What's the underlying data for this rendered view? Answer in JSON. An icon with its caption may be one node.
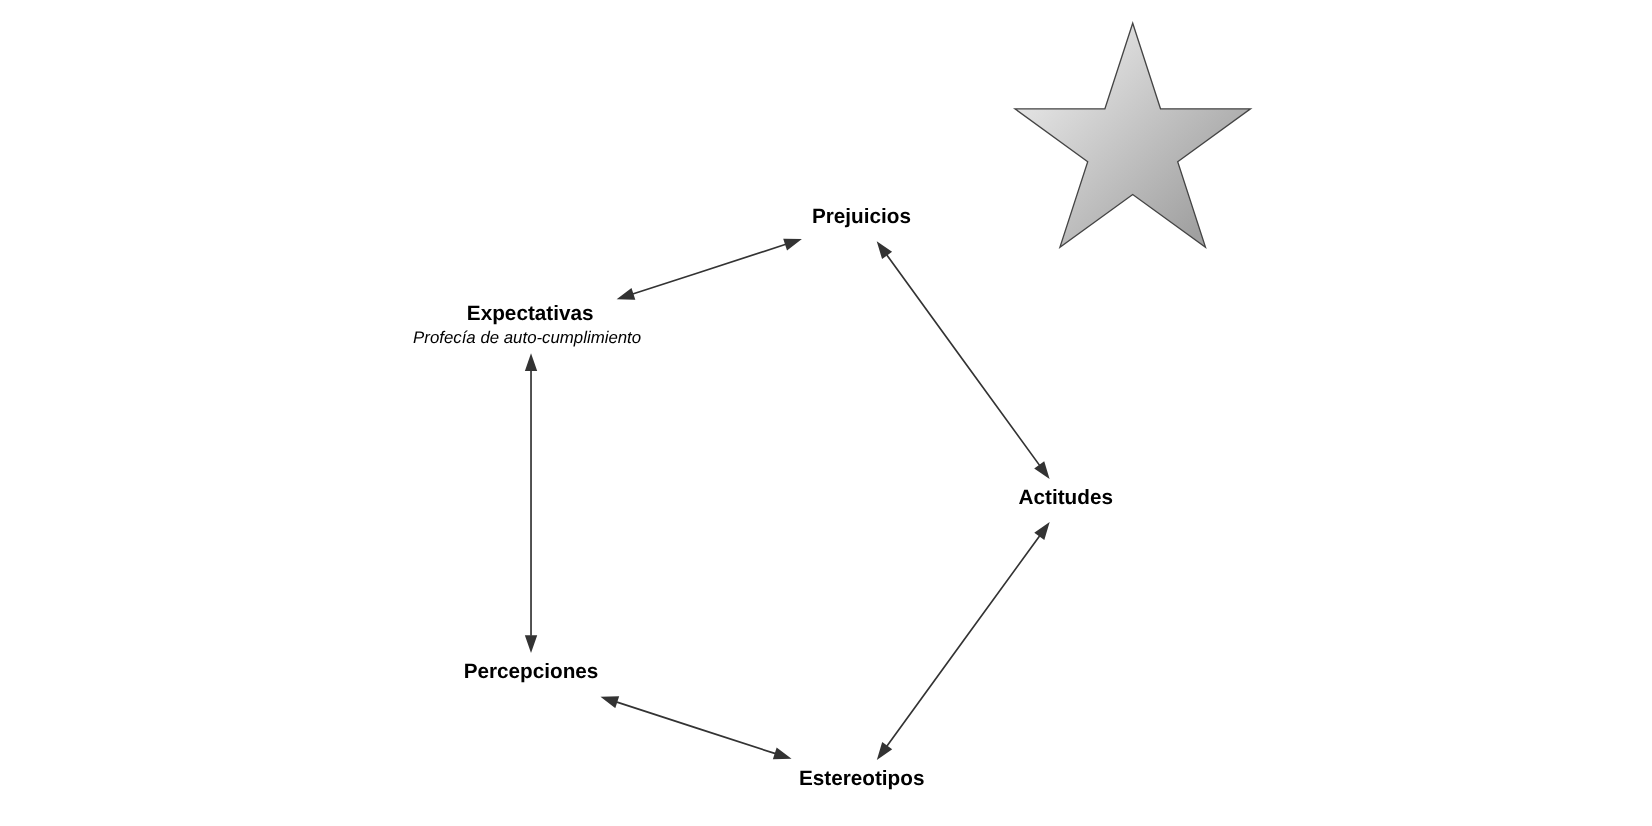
{
  "diagram": {
    "nodes": [
      {
        "text": [
          "Estereotipos"
        ]
      },
      {
        "text": [
          "Percepciones"
        ]
      },
      {
        "text": [
          "Expectativas"
        ],
        "beside": [
          "Profecía de auto-cumplimiento"
        ]
      },
      {
        "text": [
          "Prejuicios"
        ]
      },
      {
        "text": [
          "Actitudes"
        ]
      },
      {
        "text": [],
        "shape": "star"
      }
    ],
    "edges": [
      {
        "from": 0,
        "to": 1,
        "arrow": "both"
      },
      {
        "from": 1,
        "to": 2,
        "arrow": "both"
      },
      {
        "from": 2,
        "to": 3,
        "arrow": "both"
      },
      {
        "from": 3,
        "to": 4,
        "arrow": "both"
      },
      {
        "from": 4,
        "to": 0,
        "arrow": "both"
      }
    ]
  }
}
